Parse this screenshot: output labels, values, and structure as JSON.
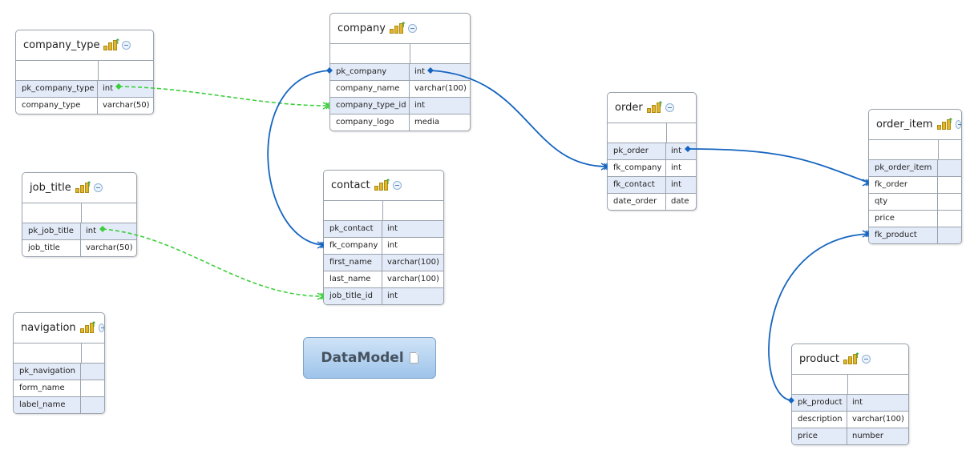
{
  "diagram_title": "DataModel",
  "colors": {
    "relation_blue": "#1565c0",
    "relation_green": "#3ccf3c",
    "row_highlight": "#e4ebf8",
    "border": "#9aa3ad"
  },
  "icons": {
    "entity_stats": "bar-chart-icon",
    "entity_collapse": "collapse-icon",
    "document": "document-icon"
  },
  "entities": {
    "company_type": {
      "title": "company_type",
      "rows": [
        {
          "name": "pk_company_type",
          "type": "int"
        },
        {
          "name": "company_type",
          "type": "varchar(50)"
        }
      ]
    },
    "company": {
      "title": "company",
      "rows": [
        {
          "name": "pk_company",
          "type": "int"
        },
        {
          "name": "company_name",
          "type": "varchar(100)"
        },
        {
          "name": "company_type_id",
          "type": "int"
        },
        {
          "name": "company_logo",
          "type": "media"
        }
      ]
    },
    "job_title": {
      "title": "job_title",
      "rows": [
        {
          "name": "pk_job_title",
          "type": "int"
        },
        {
          "name": "job_title",
          "type": "varchar(50)"
        }
      ]
    },
    "contact": {
      "title": "contact",
      "rows": [
        {
          "name": "pk_contact",
          "type": "int"
        },
        {
          "name": "fk_company",
          "type": "int"
        },
        {
          "name": "first_name",
          "type": "varchar(100)"
        },
        {
          "name": "last_name",
          "type": "varchar(100)"
        },
        {
          "name": "job_title_id",
          "type": "int"
        }
      ]
    },
    "navigation": {
      "title": "navigation",
      "rows": [
        {
          "name": "pk_navigation",
          "type": ""
        },
        {
          "name": "form_name",
          "type": ""
        },
        {
          "name": "label_name",
          "type": ""
        }
      ]
    },
    "order": {
      "title": "order",
      "rows": [
        {
          "name": "pk_order",
          "type": "int"
        },
        {
          "name": "fk_company",
          "type": "int"
        },
        {
          "name": "fk_contact",
          "type": "int"
        },
        {
          "name": "date_order",
          "type": "date"
        }
      ]
    },
    "order_item": {
      "title": "order_item",
      "rows": [
        {
          "name": "pk_order_item",
          "type": ""
        },
        {
          "name": "fk_order",
          "type": ""
        },
        {
          "name": "qty",
          "type": ""
        },
        {
          "name": "price",
          "type": ""
        },
        {
          "name": "fk_product",
          "type": ""
        }
      ]
    },
    "product": {
      "title": "product",
      "rows": [
        {
          "name": "pk_product",
          "type": "int"
        },
        {
          "name": "description",
          "type": "varchar(100)"
        },
        {
          "name": "price",
          "type": "number"
        }
      ]
    }
  },
  "relations": [
    {
      "from": "company_type.pk_company_type",
      "to": "company.company_type_id",
      "style": "dashed-green"
    },
    {
      "from": "company.pk_company",
      "to": "contact.fk_company",
      "style": "solid-blue"
    },
    {
      "from": "company.pk_company",
      "to": "order.fk_company",
      "style": "solid-blue"
    },
    {
      "from": "job_title.pk_job_title",
      "to": "contact.job_title_id",
      "style": "dashed-green"
    },
    {
      "from": "order.pk_order",
      "to": "order_item.fk_order",
      "style": "solid-blue"
    },
    {
      "from": "product.pk_product",
      "to": "order_item.fk_product",
      "style": "solid-blue"
    }
  ]
}
